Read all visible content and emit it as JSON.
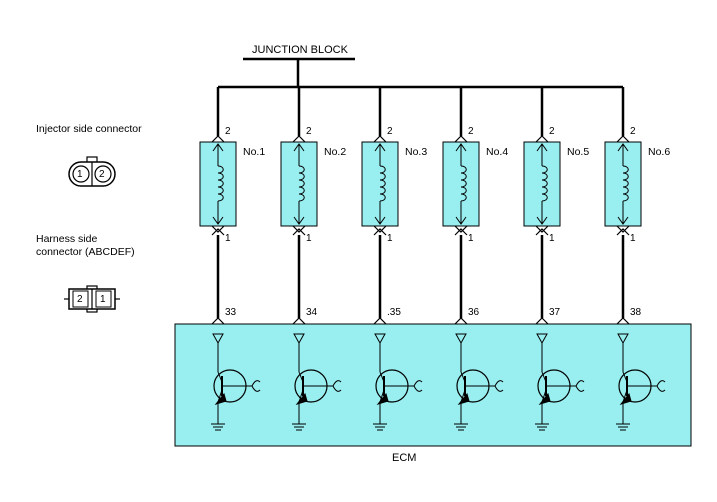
{
  "junction_block_label": "JUNCTION BLOCK",
  "ecm_label": "ECM",
  "injector_side_connector_label": "Injector side connector",
  "harness_side_connector_label_line1": "Harness side",
  "harness_side_connector_label_line2": "connector (ABCDEF)",
  "injector_connector_pins": [
    "1",
    "2"
  ],
  "harness_connector_pins": [
    "2",
    "1"
  ],
  "injectors": [
    {
      "name": "No.1",
      "top_pin": "2",
      "bottom_pin": "1",
      "ecm_pin": "33"
    },
    {
      "name": "No.2",
      "top_pin": "2",
      "bottom_pin": "1",
      "ecm_pin": "34"
    },
    {
      "name": "No.3",
      "top_pin": "2",
      "bottom_pin": "1",
      "ecm_pin": ".35"
    },
    {
      "name": "No.4",
      "top_pin": "2",
      "bottom_pin": "1",
      "ecm_pin": "36"
    },
    {
      "name": "No.5",
      "top_pin": "2",
      "bottom_pin": "1",
      "ecm_pin": "37"
    },
    {
      "name": "No.6",
      "top_pin": "2",
      "bottom_pin": "1",
      "ecm_pin": "38"
    }
  ],
  "colors": {
    "component_fill": "#99eef0",
    "ecm_fill": "#99eef0",
    "wire": "#000000"
  }
}
